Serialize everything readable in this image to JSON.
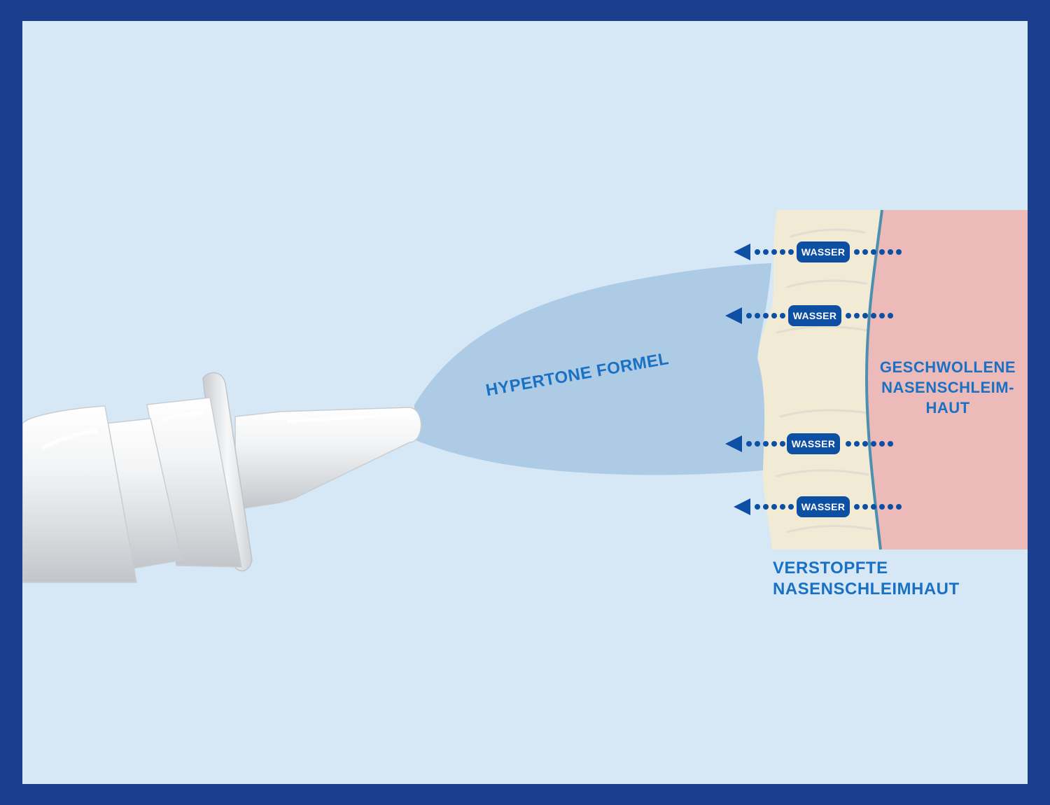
{
  "labels": {
    "spray": "HYPERTONE FORMEL",
    "swollen_lines": [
      "GESCHWOLLENE",
      "NASENSCHLEIM-",
      "HAUT"
    ],
    "blocked_lines": [
      "VERSTOPFTE",
      "NASENSCHLEIMHAUT"
    ]
  },
  "water_labels": [
    "WASSER",
    "WASSER",
    "WASSER",
    "WASSER"
  ],
  "colors": {
    "frame": "#1b3f8c",
    "background": "#d6e8f6",
    "spray_cloud": "#aecbe6",
    "mucosa_blocked": "#f1ead4",
    "mucosa_swollen": "#ebbab9",
    "boundary_line": "#4d8fb0",
    "arrow": "#0d4fa3",
    "label_text": "#1a71c4"
  },
  "icons": {
    "nozzle": "nasal-spray-nozzle-icon",
    "arrow": "arrow-left-icon"
  }
}
